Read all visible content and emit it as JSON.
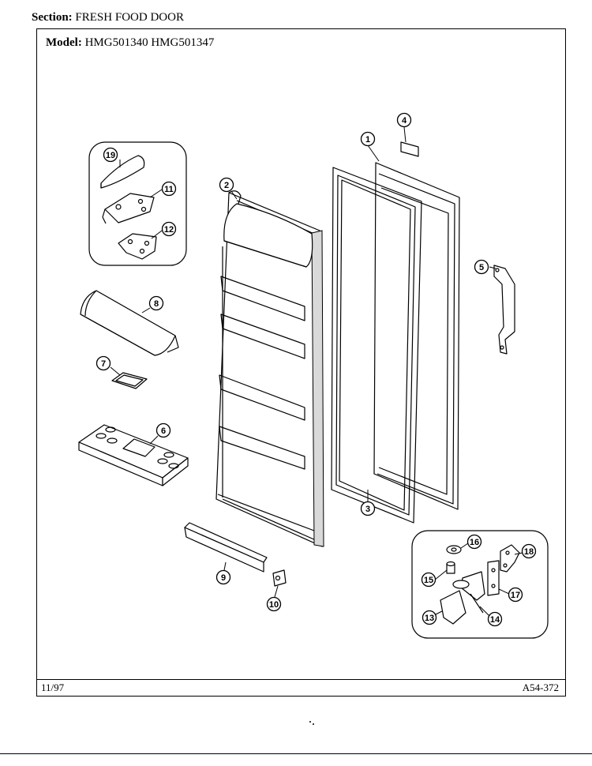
{
  "header": {
    "section_label": "Section:",
    "section_value": "FRESH FOOD DOOR",
    "model_label": "Model:",
    "model_value": "HMG501340  HMG501347"
  },
  "footer": {
    "date": "11/97",
    "code": "A54-372"
  },
  "callouts": [
    "1",
    "2",
    "3",
    "4",
    "5",
    "6",
    "7",
    "8",
    "9",
    "10",
    "11",
    "12",
    "13",
    "14",
    "15",
    "16",
    "17",
    "18",
    "19"
  ]
}
